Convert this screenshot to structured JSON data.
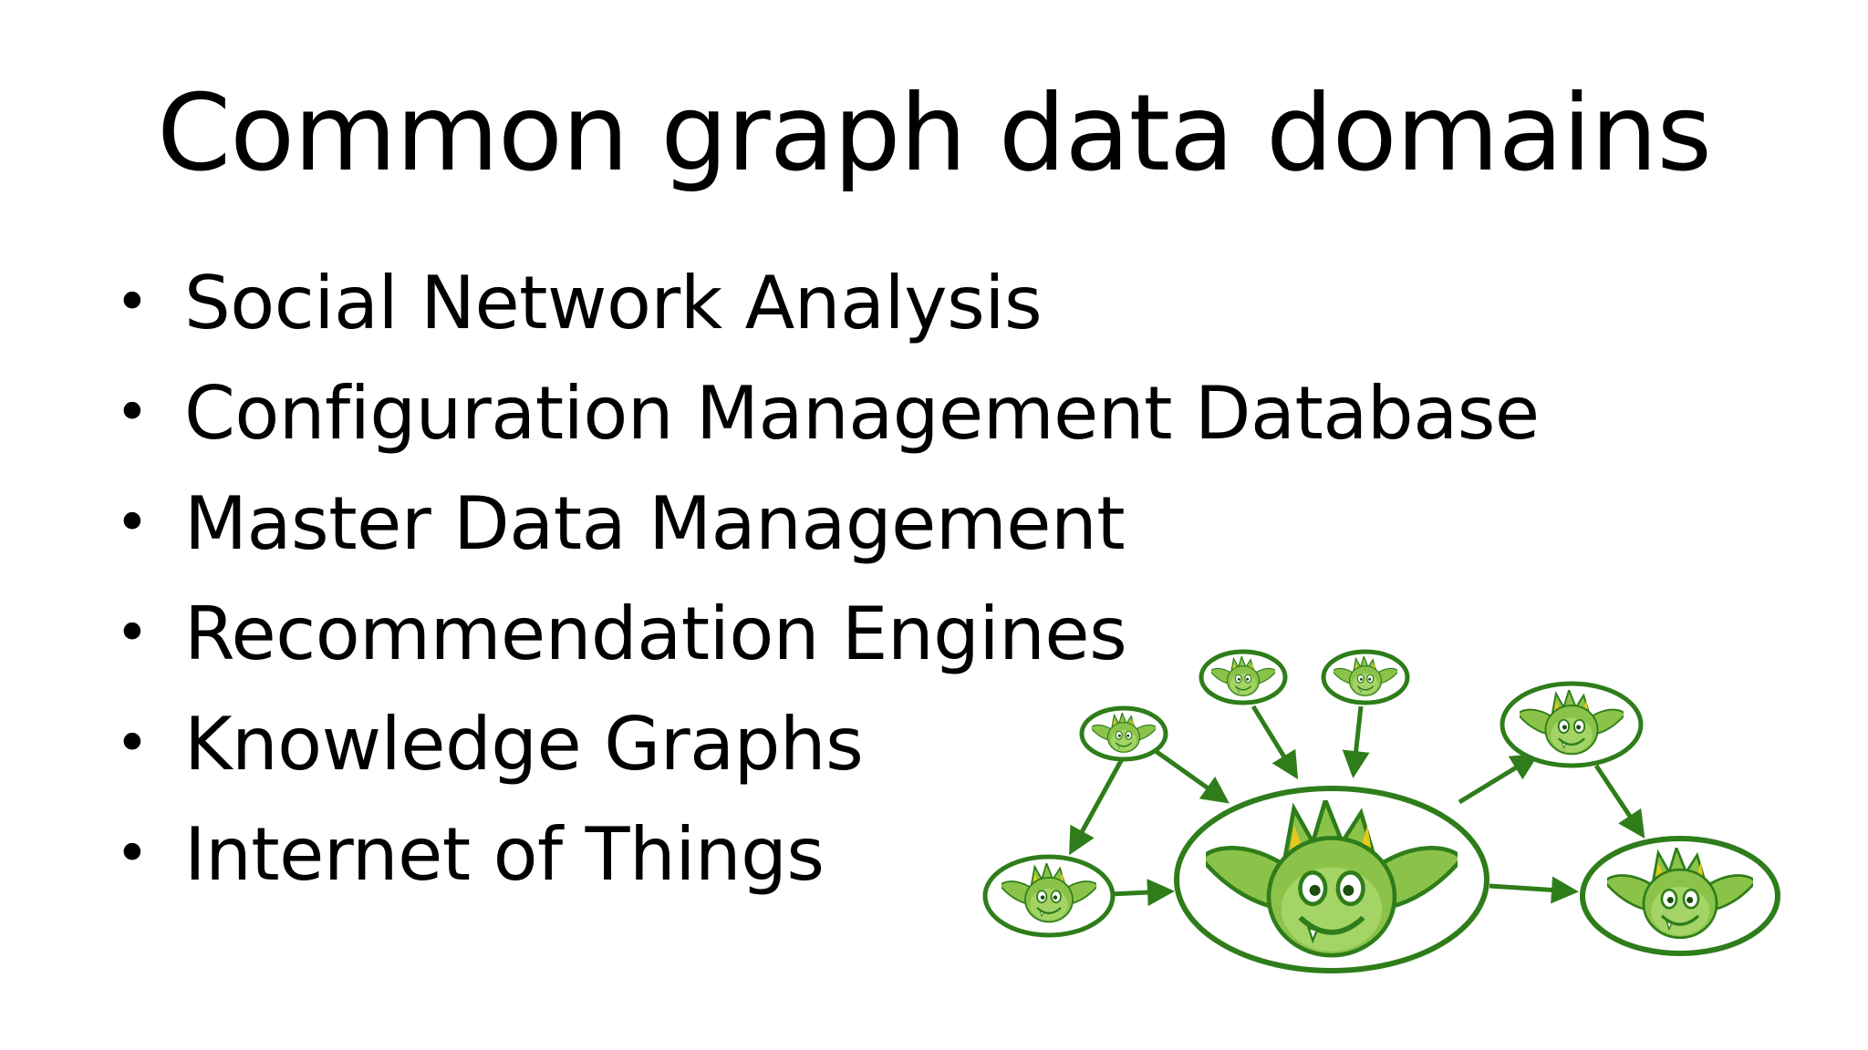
{
  "slide": {
    "title": "Common graph data domains",
    "bullets": [
      "Social Network Analysis",
      "Configuration Management Database",
      "Master Data Management",
      "Recommendation Engines",
      "Knowledge Graphs",
      "Internet of Things"
    ],
    "bullet_glyph": "•"
  },
  "illustration": {
    "icon": "goblin-graph-network-icon",
    "colors": {
      "green_outline": "#2e7d1a",
      "green_fill": "#8bc34a",
      "light_green": "#b5e07a",
      "yellow": "#e8c81a"
    }
  }
}
